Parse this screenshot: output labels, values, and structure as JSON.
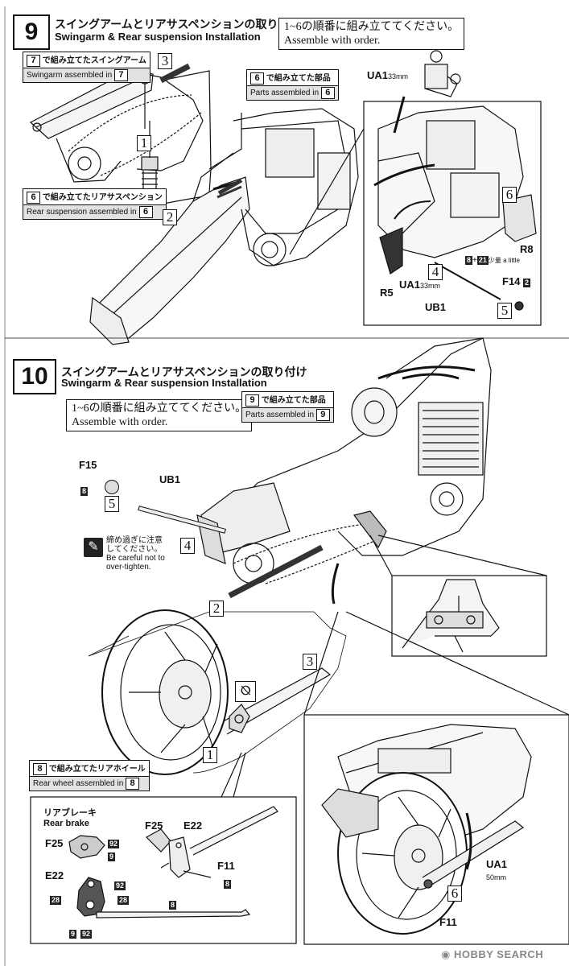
{
  "step9": {
    "number": "9",
    "title_jp": "スイングアームとリアサスペンションの取り付け",
    "title_en": "Swingarm & Rear suspension Installation",
    "note_jp": "1~6の順番に組み立ててください。",
    "note_en": "Assemble with order.",
    "tag_swingarm": {
      "jp": "で組み立てたスイングアーム",
      "en": "Swingarm assembled in",
      "num": "7"
    },
    "tag_suspension": {
      "jp": "で組み立てたリアサスペンション",
      "en": "Rear suspension assembled in",
      "num": "6"
    },
    "tag_parts": {
      "jp": "で組み立てた部品",
      "en": "Parts assembled in",
      "num": "6"
    },
    "parts": {
      "ua1_top": "UA1",
      "ua1_top_len": "33mm",
      "ua1_bottom": "UA1",
      "ua1_bottom_len": "33mm",
      "r5": "R5",
      "r8": "R8",
      "ub1": "UB1",
      "f14": "F14",
      "f14_num": "2",
      "mix_a": "8",
      "mix_b": "21",
      "mix_note": "少量 a little"
    },
    "order": [
      "1",
      "2",
      "3",
      "4",
      "5",
      "6"
    ]
  },
  "step10": {
    "number": "10",
    "title_jp": "スイングアームとリアサスペンションの取り付け",
    "title_en": "Swingarm & Rear suspension Installation",
    "note_jp": "1~6の順番に組み立ててください。",
    "note_en": "Assemble with order.",
    "tag_parts": {
      "jp": "で組み立てた部品",
      "en": "Parts assembled in",
      "num": "9"
    },
    "tag_wheel": {
      "jp": "で組み立てたリアホイール",
      "en": "Rear wheel assembled in",
      "num": "8"
    },
    "parts": {
      "f15": "F15",
      "f15_num": "8",
      "ub1": "UB1",
      "f25": "F25",
      "e22": "E22",
      "f11": "F11",
      "f11_num": "8",
      "ua1": "UA1",
      "ua1_len": "50mm",
      "f11_b": "F11"
    },
    "warning_jp_1": "締め過ぎに注意",
    "warning_jp_2": "してください。",
    "warning_en_1": "Be careful not to",
    "warning_en_2": "over-tighten.",
    "rear_brake_jp": "リアブレーキ",
    "rear_brake_en": "Rear brake",
    "brake_parts": {
      "f25": "F25",
      "e22": "E22",
      "n92a": "92",
      "n9a": "9",
      "n92b": "92",
      "n28a": "28",
      "n28b": "28",
      "n9b": "9",
      "n92c": "92",
      "n8": "8"
    }
  },
  "watermark": "HOBBY SEARCH"
}
